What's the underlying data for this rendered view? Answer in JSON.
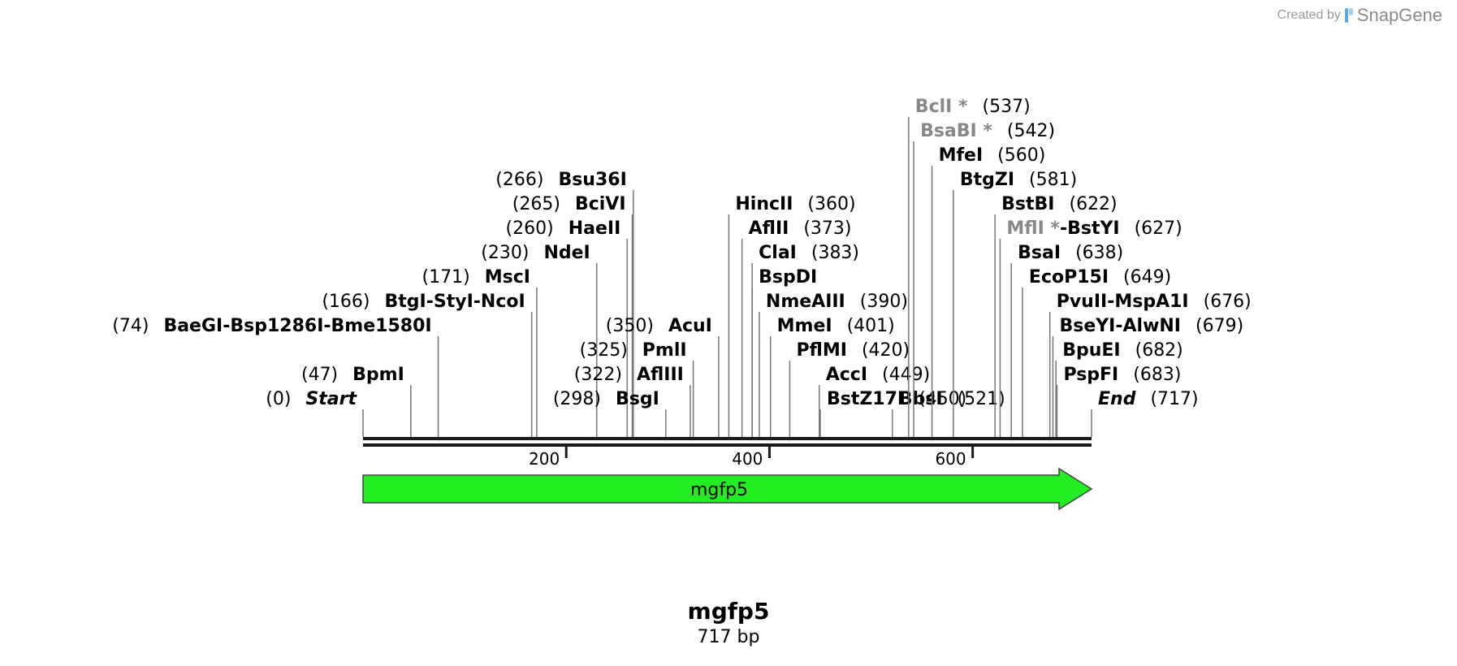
{
  "credit": {
    "prefix": "Created by",
    "brand": "SnapGene"
  },
  "sequence": {
    "name": "mgfp5",
    "length_label": "717 bp",
    "length": 717
  },
  "colors": {
    "feature_fill": "#22ee22",
    "feature_stroke": "#444444",
    "backbone": "#1a1a1a",
    "disabled_enzyme": "#888888",
    "enzyme": "#000000"
  },
  "axis": {
    "ticks": [
      200,
      400,
      600
    ]
  },
  "features": [
    {
      "name": "mgfp5",
      "start": 0,
      "end": 717,
      "direction": "forward"
    }
  ],
  "sites": [
    {
      "pos": 0,
      "labels": [
        {
          "text": "Start",
          "italic": true
        }
      ],
      "row": 0,
      "side": "left"
    },
    {
      "pos": 47,
      "labels": [
        {
          "text": "BpmI"
        }
      ],
      "row": 1,
      "side": "left"
    },
    {
      "pos": 74,
      "labels": [
        {
          "text": "BaeGI"
        },
        {
          "text": "Bsp1286I"
        },
        {
          "text": "Bme1580I"
        }
      ],
      "row": 3,
      "side": "left"
    },
    {
      "pos": 166,
      "labels": [
        {
          "text": "BtgI"
        },
        {
          "text": "StyI"
        },
        {
          "text": "NcoI"
        }
      ],
      "row": 4,
      "side": "left"
    },
    {
      "pos": 171,
      "labels": [
        {
          "text": "MscI"
        }
      ],
      "row": 5,
      "side": "left"
    },
    {
      "pos": 230,
      "labels": [
        {
          "text": "NdeI"
        }
      ],
      "row": 6,
      "side": "left"
    },
    {
      "pos": 260,
      "labels": [
        {
          "text": "HaeII"
        }
      ],
      "row": 7,
      "side": "left"
    },
    {
      "pos": 265,
      "labels": [
        {
          "text": "BciVI"
        }
      ],
      "row": 8,
      "side": "left"
    },
    {
      "pos": 266,
      "labels": [
        {
          "text": "Bsu36I"
        }
      ],
      "row": 9,
      "side": "left"
    },
    {
      "pos": 298,
      "labels": [
        {
          "text": "BsgI"
        }
      ],
      "row": 0,
      "side": "left"
    },
    {
      "pos": 322,
      "labels": [
        {
          "text": "AflIII"
        }
      ],
      "row": 1,
      "side": "left"
    },
    {
      "pos": 325,
      "labels": [
        {
          "text": "PmlI"
        }
      ],
      "row": 2,
      "side": "left"
    },
    {
      "pos": 350,
      "labels": [
        {
          "text": "AcuI"
        }
      ],
      "row": 3,
      "side": "left"
    },
    {
      "pos": 360,
      "labels": [
        {
          "text": "HincII"
        }
      ],
      "row": 8,
      "side": "right"
    },
    {
      "pos": 373,
      "labels": [
        {
          "text": "AflII"
        }
      ],
      "row": 7,
      "side": "right"
    },
    {
      "pos": 383,
      "labels": [
        {
          "text": "ClaI"
        }
      ],
      "row": 6,
      "side": "right"
    },
    {
      "pos": 383,
      "labels": [
        {
          "text": "BspDI"
        }
      ],
      "row": 5,
      "side": "right",
      "hide_pos": true
    },
    {
      "pos": 390,
      "labels": [
        {
          "text": "NmeAIII"
        }
      ],
      "row": 4,
      "side": "right"
    },
    {
      "pos": 401,
      "labels": [
        {
          "text": "MmeI"
        }
      ],
      "row": 3,
      "side": "right"
    },
    {
      "pos": 420,
      "labels": [
        {
          "text": "PflMI"
        }
      ],
      "row": 2,
      "side": "right"
    },
    {
      "pos": 449,
      "labels": [
        {
          "text": "AccI"
        }
      ],
      "row": 1,
      "side": "right"
    },
    {
      "pos": 450,
      "labels": [
        {
          "text": "BstZ17I"
        }
      ],
      "row": 0,
      "side": "right"
    },
    {
      "pos": 521,
      "labels": [
        {
          "text": "BbsI"
        }
      ],
      "row": 0,
      "side": "right",
      "lowest": true
    },
    {
      "pos": 537,
      "labels": [
        {
          "text": "BclI *",
          "disabled": true
        }
      ],
      "row": 12,
      "side": "right"
    },
    {
      "pos": 542,
      "labels": [
        {
          "text": "BsaBI *",
          "disabled": true
        }
      ],
      "row": 11,
      "side": "right"
    },
    {
      "pos": 560,
      "labels": [
        {
          "text": "MfeI"
        }
      ],
      "row": 10,
      "side": "right"
    },
    {
      "pos": 581,
      "labels": [
        {
          "text": "BtgZI"
        }
      ],
      "row": 9,
      "side": "right"
    },
    {
      "pos": 622,
      "labels": [
        {
          "text": "BstBI"
        }
      ],
      "row": 8,
      "side": "right"
    },
    {
      "pos": 627,
      "labels": [
        {
          "text": "MflI *",
          "disabled": true
        },
        {
          "text": "BstYI"
        }
      ],
      "row": 7,
      "side": "right"
    },
    {
      "pos": 638,
      "labels": [
        {
          "text": "BsaI"
        }
      ],
      "row": 6,
      "side": "right"
    },
    {
      "pos": 649,
      "labels": [
        {
          "text": "EcoP15I"
        }
      ],
      "row": 5,
      "side": "right"
    },
    {
      "pos": 676,
      "labels": [
        {
          "text": "PvuII"
        },
        {
          "text": "MspA1I"
        }
      ],
      "row": 4,
      "side": "right"
    },
    {
      "pos": 679,
      "labels": [
        {
          "text": "BseYI"
        },
        {
          "text": "AlwNI"
        }
      ],
      "row": 3,
      "side": "right"
    },
    {
      "pos": 682,
      "labels": [
        {
          "text": "BpuEI"
        }
      ],
      "row": 2,
      "side": "right"
    },
    {
      "pos": 683,
      "labels": [
        {
          "text": "PspFI"
        }
      ],
      "row": 1,
      "side": "right"
    },
    {
      "pos": 717,
      "labels": [
        {
          "text": "End",
          "italic": true
        }
      ],
      "row": 0,
      "side": "right",
      "is_end": true
    }
  ]
}
